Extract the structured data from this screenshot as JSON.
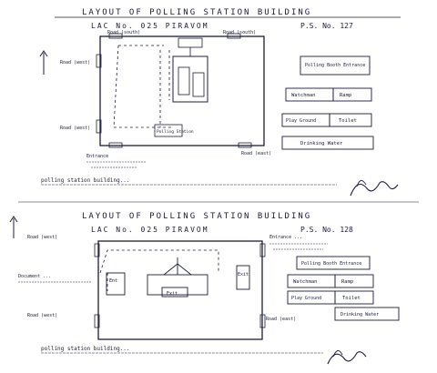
{
  "top": {
    "title1": "LAYOUT OF POLLING STATION BUILDING",
    "title2": "LAC No. 025 PIRAVOM",
    "ps_no": "P.S. No. 127",
    "road": "Road (south)",
    "road_west": "Road (west)",
    "road_west2": "Road (west)",
    "road_east": "Road (east)",
    "polling_room": "Polling Station",
    "entrance": "Entrance",
    "legend_title": "Polling Booth Entrance",
    "legend_watchman": "Watchman",
    "legend_ramp": "Ramp",
    "legend_playground": "Play Ground",
    "legend_toilet": "Toilet",
    "legend_drinking": "Drinking Water",
    "note": "polling station building...",
    "signature": "signature"
  },
  "bottom": {
    "title1": "LAYOUT OF POLLING STATION BUILDING",
    "title2": "LAC No. 025 PIRAVOM",
    "ps_no": "P.S. No. 128",
    "road_west": "Road (west)",
    "road_west2": "Road (west)",
    "road_east": "Road (east)",
    "entrance_note": "Entrance ...",
    "document_label": "Document ...",
    "label_left": "Ent",
    "label_right": "Exit",
    "label_center": "Exit",
    "legend_title": "Polling Booth Entrance",
    "legend_watchman": "Watchman",
    "legend_ramp": "Ramp",
    "legend_playground": "Play Ground",
    "legend_toilet": "Toilet",
    "legend_drinking": "Drinking Water",
    "note": "polling station building...",
    "signature": "signature"
  },
  "colors": {
    "ink": "#1c1c3a",
    "paper": "#ffffff"
  }
}
